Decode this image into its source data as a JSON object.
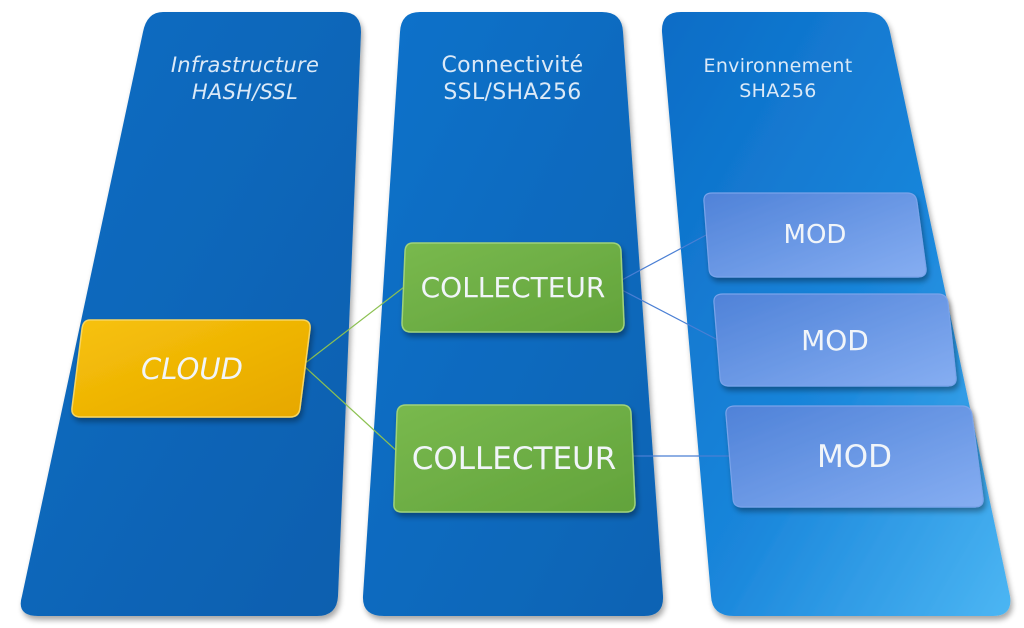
{
  "columns": [
    {
      "title_line1": "Infrastructure",
      "title_line2": "HASH/SSL"
    },
    {
      "title_line1": "Connectivité",
      "title_line2": "SSL/SHA256"
    },
    {
      "title_line1": "Environnement",
      "title_line2": "SHA256"
    }
  ],
  "nodes": {
    "cloud": "CLOUD",
    "collecteur_1": "COLLECTEUR",
    "collecteur_2": "COLLECTEUR",
    "mod_1": "MOD",
    "mod_2": "MOD",
    "mod_3": "MOD"
  },
  "colors": {
    "column_blue": "#0a6fc7",
    "cloud_fill": "#f2b400",
    "collecteur_fill": "#6fb245",
    "mod_fill": "#5a8fe0",
    "cloud_link": "#8cc152",
    "mod_link": "#4a7fd4"
  }
}
